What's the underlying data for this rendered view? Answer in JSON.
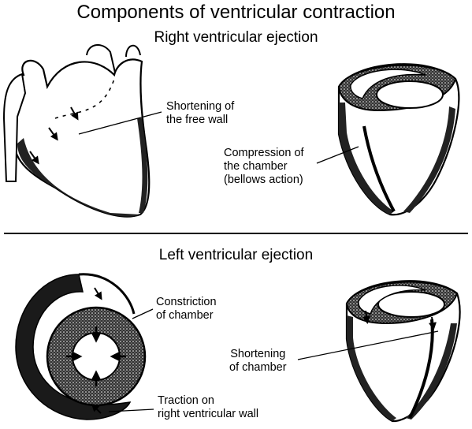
{
  "figure": {
    "title": "Components of ventricular contraction",
    "right_section": {
      "heading": "Right ventricular ejection",
      "labels": {
        "free_wall": [
          "Shortening of",
          "the free wall"
        ],
        "compression": [
          "Compression of",
          "the chamber",
          "(bellows action)"
        ]
      }
    },
    "left_section": {
      "heading": "Left ventricular ejection",
      "labels": {
        "constriction": [
          "Constriction",
          "of chamber"
        ],
        "traction": [
          "Traction on",
          "right ventricular wall"
        ],
        "shortening": [
          "Shortening",
          "of chamber"
        ]
      }
    }
  }
}
